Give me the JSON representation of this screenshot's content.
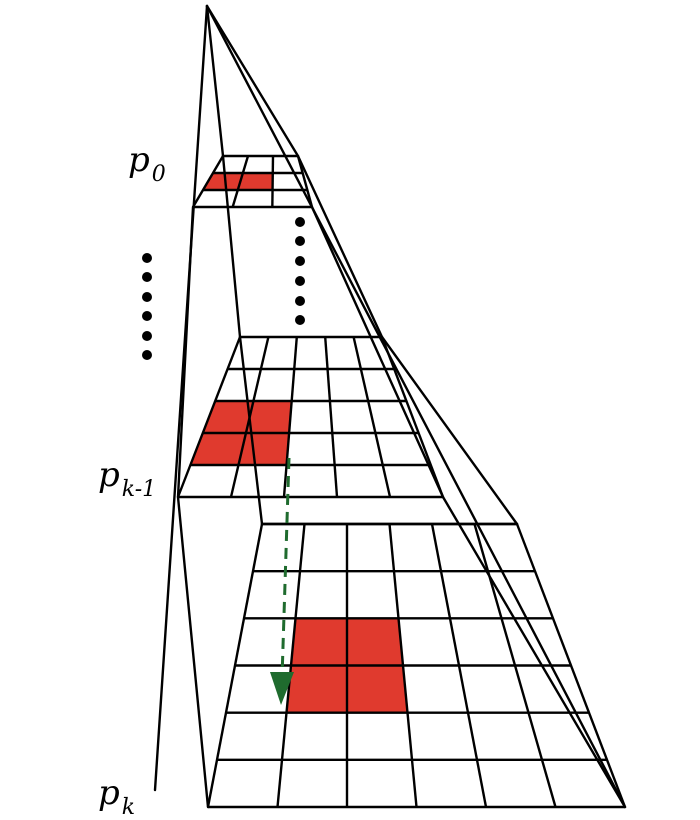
{
  "labels": [
    {
      "id": "p0",
      "base": "p",
      "sub": "0"
    },
    {
      "id": "pk1",
      "base": "p",
      "sub": "k-1"
    },
    {
      "id": "pk",
      "base": "p",
      "sub": "k"
    }
  ],
  "colors": {
    "line": "#000000",
    "highlight": "#e03a2e",
    "arrow": "#1f6b2e"
  }
}
